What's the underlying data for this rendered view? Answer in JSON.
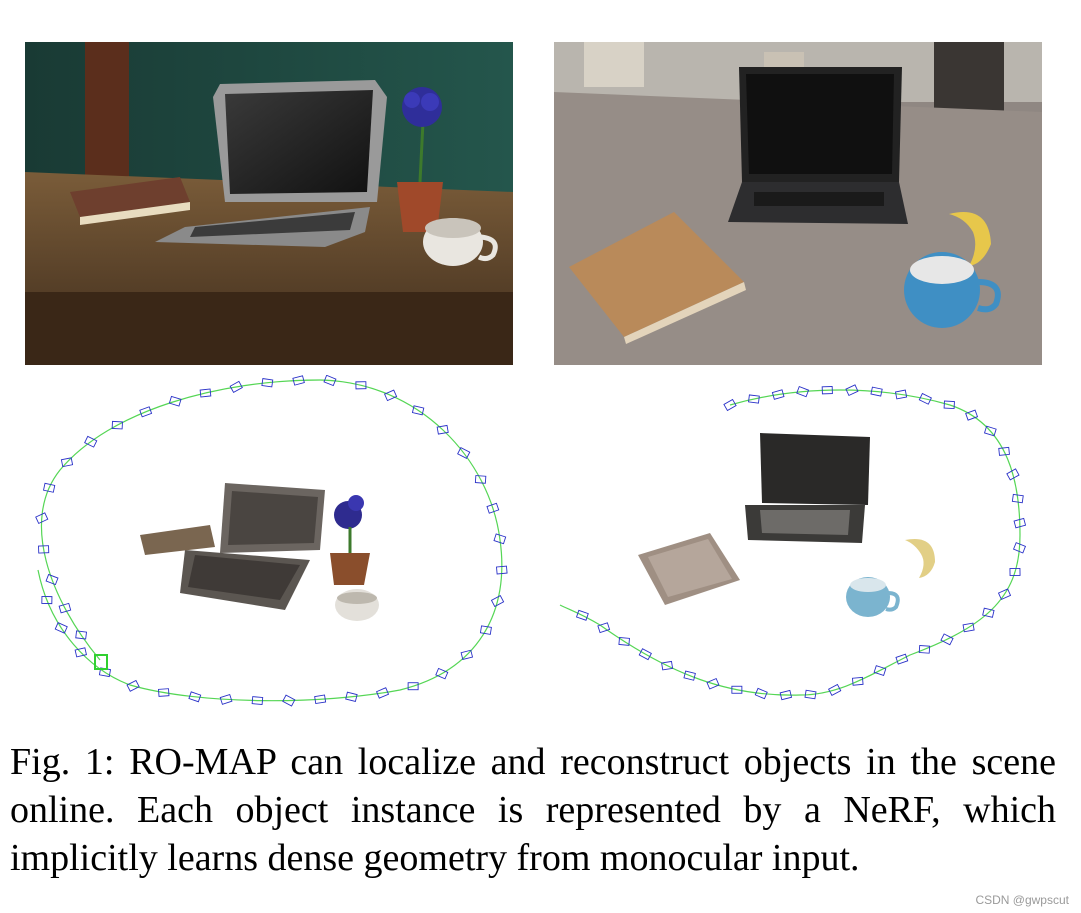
{
  "figure": {
    "caption": "Fig. 1: RO-MAP can localize and reconstruct objects in the scene online. Each object instance is represented by a NeRF, which implicitly learns dense geometry from monocular input.",
    "panels": [
      {
        "name": "synthetic-scene-photo"
      },
      {
        "name": "real-scene-photo"
      },
      {
        "name": "synthetic-reconstruction"
      },
      {
        "name": "real-reconstruction"
      }
    ]
  },
  "colors": {
    "trajectory": "#55d655",
    "camera_frustum": "#2a32c8",
    "wall": "#1f4a42",
    "desk_dark": "#5a4128",
    "desk_gray": "#8e8580"
  },
  "watermark": "CSDN @gwpscut"
}
